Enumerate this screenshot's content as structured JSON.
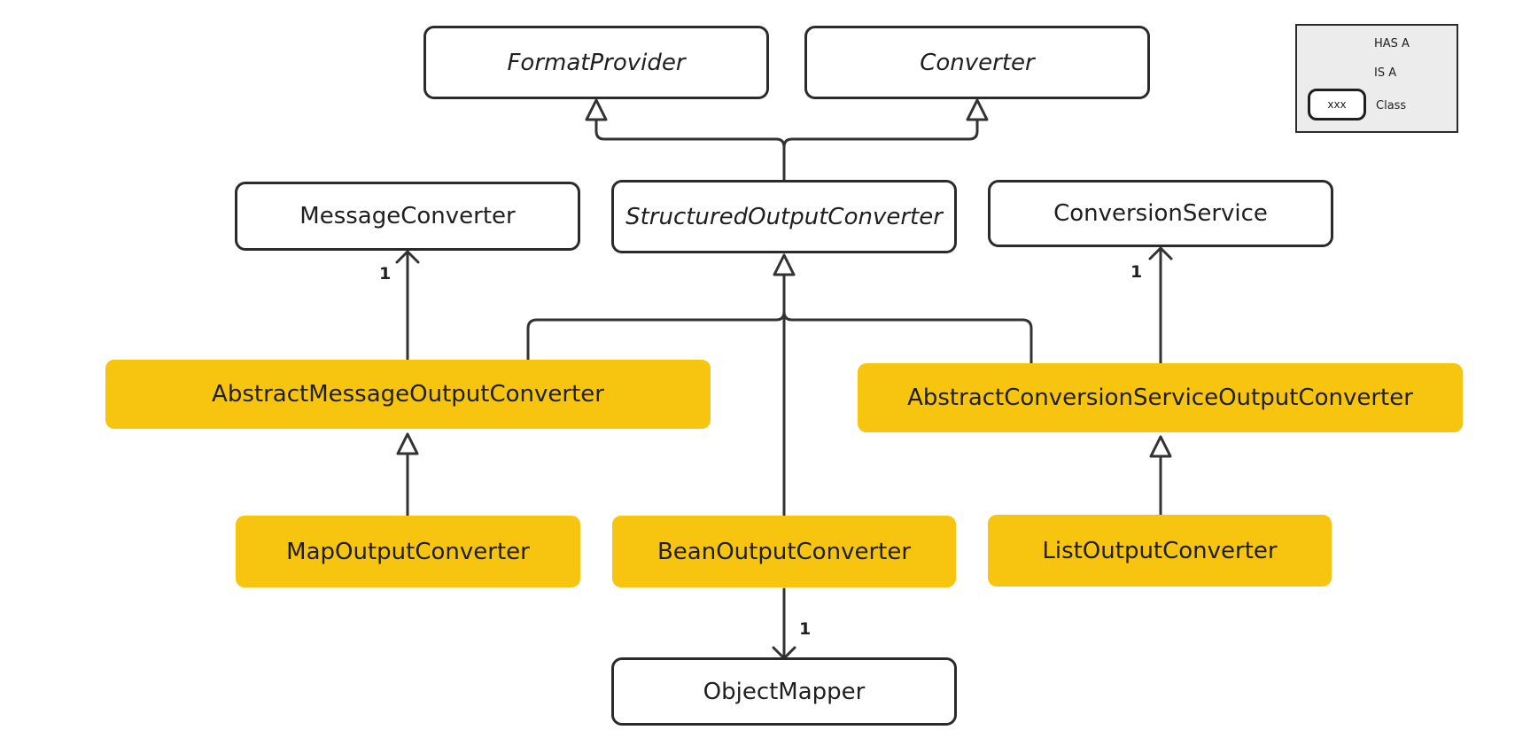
{
  "nodes": {
    "format_provider": "FormatProvider",
    "converter": "Converter",
    "message_converter": "MessageConverter",
    "structured_output_converter": "StructuredOutputConverter",
    "conversion_service": "ConversionService",
    "abstract_message_output_converter": "AbstractMessageOutputConverter",
    "abstract_conversion_service_output_converter": "AbstractConversionServiceOutputConverter",
    "map_output_converter": "MapOutputConverter",
    "bean_output_converter": "BeanOutputConverter",
    "list_output_converter": "ListOutputConverter",
    "object_mapper": "ObjectMapper"
  },
  "multiplicity": {
    "message_converter": "1",
    "conversion_service": "1",
    "object_mapper": "1"
  },
  "legend": {
    "has_a": "HAS A",
    "is_a": "IS A",
    "class_sample": "xxx",
    "class": "Class"
  },
  "colors": {
    "implementation_fill": "#f7c510",
    "line": "#2b2b2b",
    "legend_fill": "#ececec"
  }
}
